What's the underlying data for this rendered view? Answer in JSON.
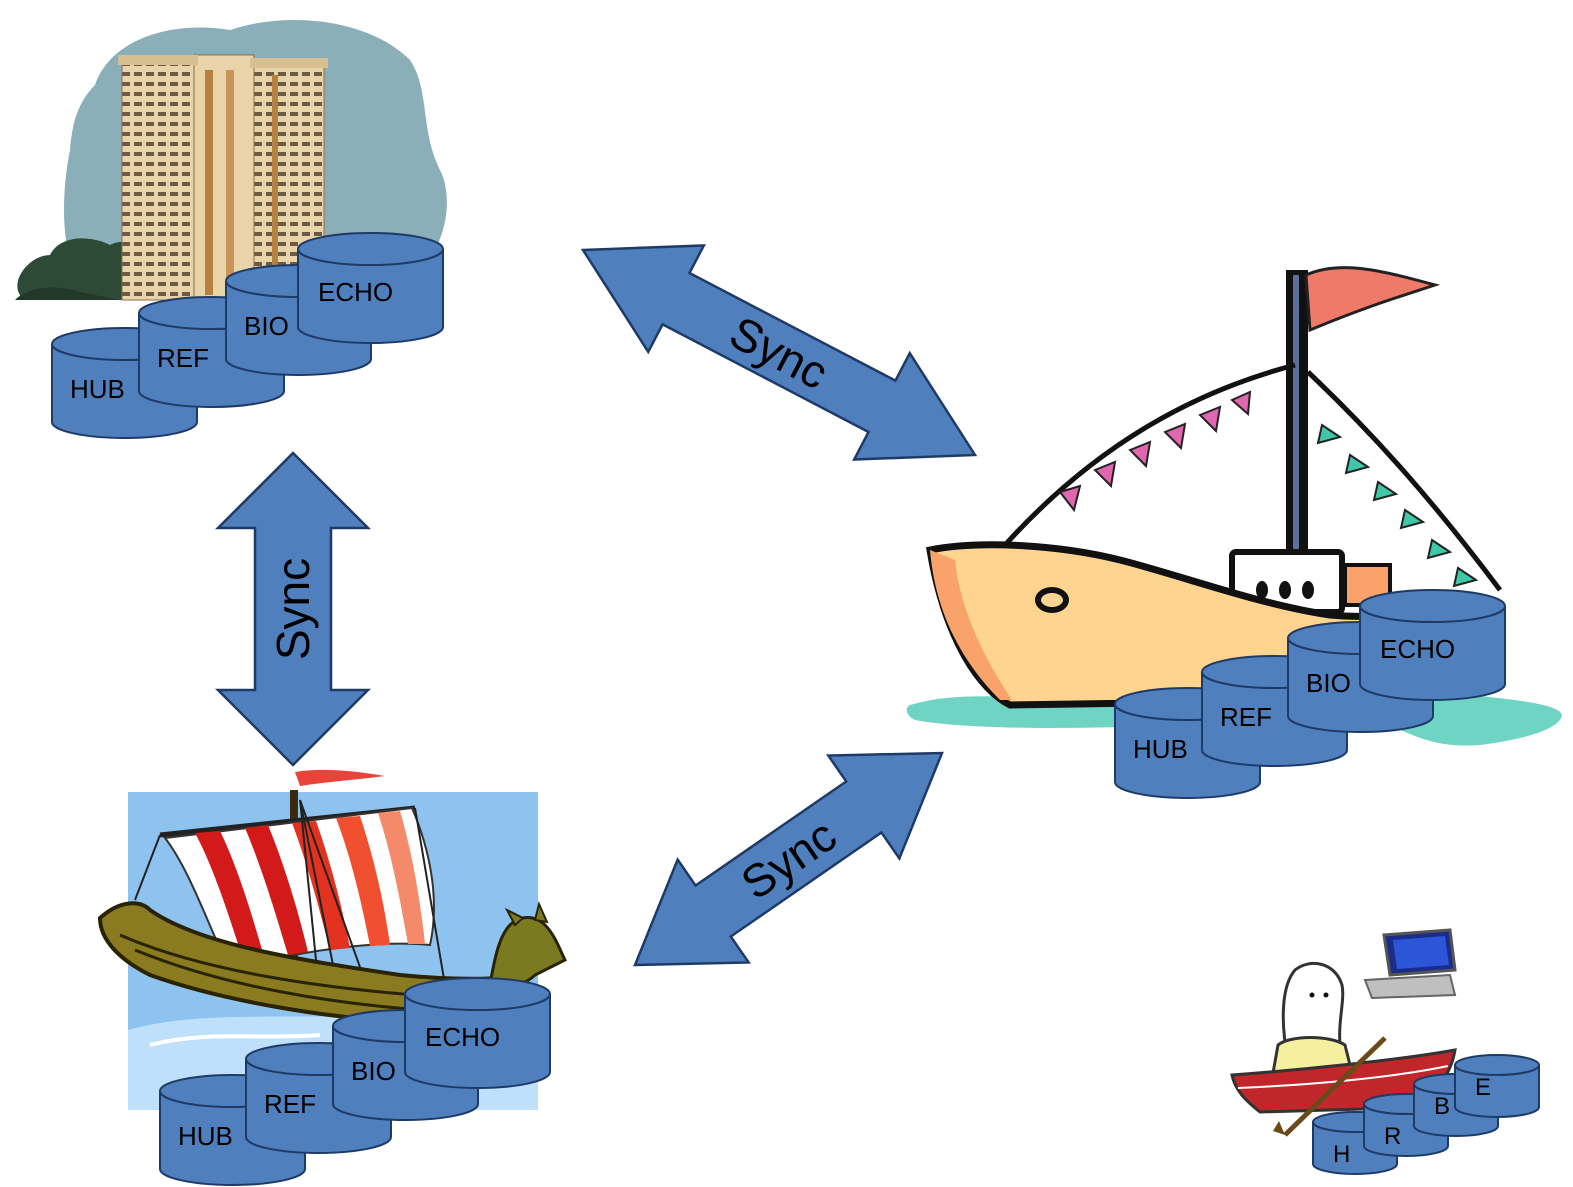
{
  "arrow_label": "Sync",
  "colors": {
    "cylinder_fill": "#4f7fbd",
    "cylinder_stroke": "#1e3a66",
    "arrow_fill": "#4f7fbd",
    "arrow_stroke": "#1e3a66",
    "sky_building": "#8aafb8",
    "sky_viking": "#8ec3f0",
    "water": "#6fd4c4"
  },
  "sites": {
    "building": {
      "illustration": "building-clipart",
      "databases": [
        "HUB",
        "REF",
        "BIO",
        "ECHO"
      ]
    },
    "yacht": {
      "illustration": "boat-with-flags-clipart",
      "databases": [
        "HUB",
        "REF",
        "BIO",
        "ECHO"
      ]
    },
    "viking": {
      "illustration": "viking-ship-clipart",
      "databases": [
        "HUB",
        "REF",
        "BIO",
        "ECHO"
      ]
    },
    "rowboat": {
      "illustration": "person-in-rowboat-with-laptop-clipart",
      "databases": [
        "H",
        "R",
        "B",
        "E"
      ]
    }
  }
}
